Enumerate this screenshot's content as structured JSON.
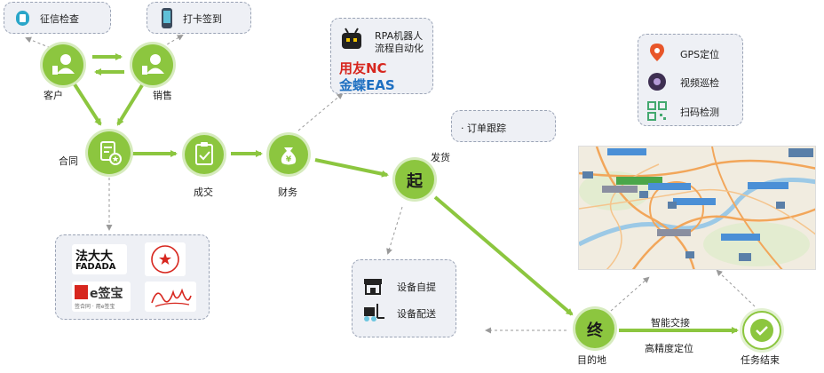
{
  "nodes": {
    "client": "客户",
    "sales": "销售",
    "contract": "合同",
    "deal": "成交",
    "finance": "财务",
    "start_char": "起",
    "start_label": "发货",
    "end_char": "终",
    "end_label": "目的地",
    "task_done": "任务结束"
  },
  "boxes": {
    "credit_check": "征信检查",
    "checkin": "打卡签到",
    "rpa_line1": "RPA机器人",
    "rpa_line2": "流程自动化",
    "yonyou_nc": "用友NC",
    "kingdee_eas": "金蝶EAS",
    "order_tracking": "· 订单跟踪",
    "pickup": "设备自提",
    "delivery": "设备配送",
    "gps": "GPS定位",
    "video_patrol": "视频巡检",
    "scan_check": "扫码检测"
  },
  "esign": {
    "fadada_cn": "法大大",
    "fadada_en": "FADADA",
    "esign_name": "e签宝",
    "esign_sub": "签合同 · 用e签宝"
  },
  "edges": {
    "smart_handover": "智能交接",
    "precise_location": "高精度定位"
  },
  "colors": {
    "accent_green": "#8cc63f",
    "box_bg": "#eef0f5",
    "box_border": "#9aa3b5",
    "nc_red": "#d7261e",
    "eas_blue": "#1d6fc1",
    "eas_orange": "#f39800"
  },
  "icons": [
    "user-icon",
    "document-stamp-icon",
    "clipboard-check-icon",
    "money-bag-icon",
    "phone-icon",
    "robot-icon",
    "store-icon",
    "forklift-icon",
    "gps-pin-icon",
    "camera-icon",
    "qr-scan-icon",
    "checkmark-icon",
    "map-image"
  ]
}
